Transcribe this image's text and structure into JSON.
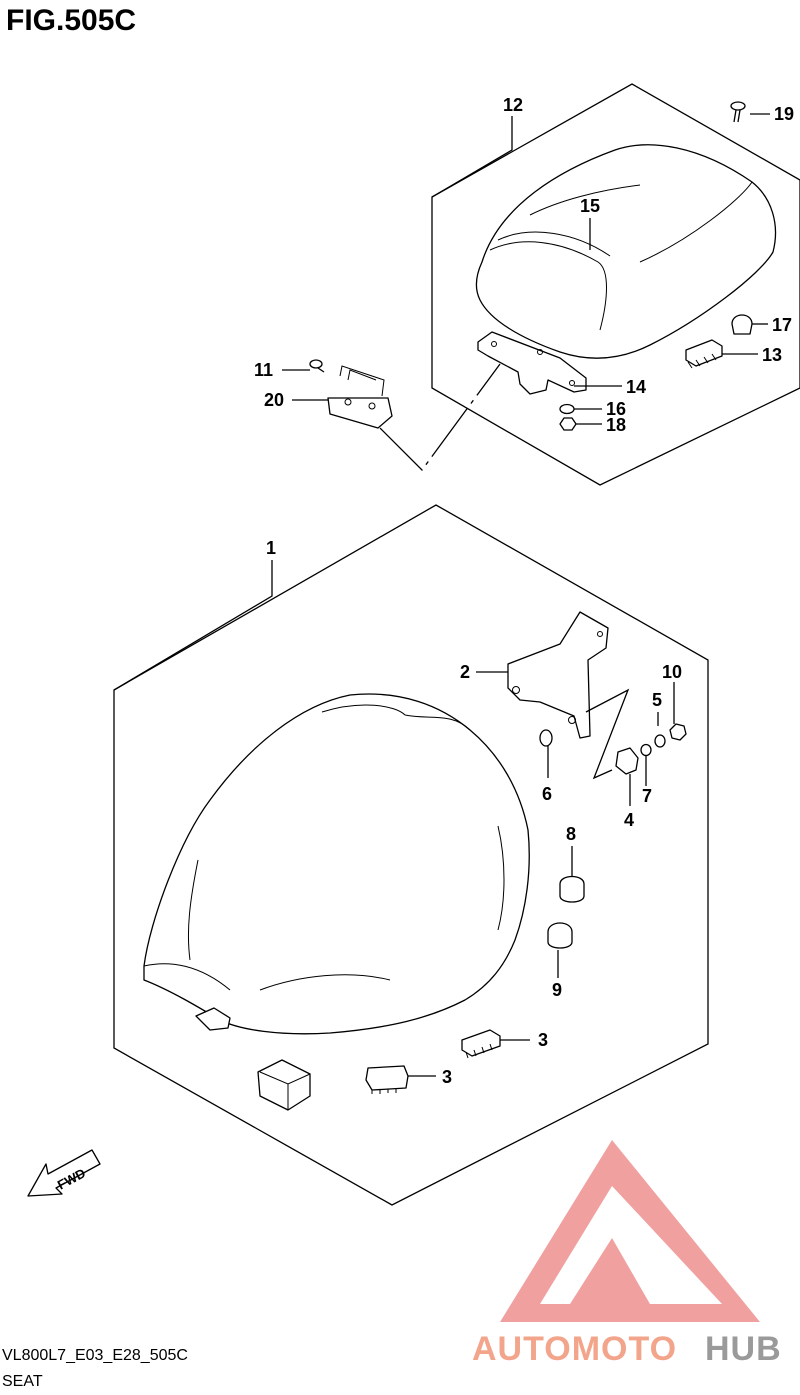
{
  "figure": {
    "title": "FIG.505C",
    "code": "VL800L7_E03_E28_505C",
    "caption": "SEAT"
  },
  "callouts": {
    "c1": "1",
    "c2": "2",
    "c3a": "3",
    "c3b": "3",
    "c4": "4",
    "c5": "5",
    "c6": "6",
    "c7": "7",
    "c8": "8",
    "c9": "9",
    "c10": "10",
    "c11": "11",
    "c12": "12",
    "c13": "13",
    "c14": "14",
    "c15": "15",
    "c16": "16",
    "c17": "17",
    "c18": "18",
    "c19": "19",
    "c20": "20"
  },
  "direction_arrow": {
    "label": "FWD"
  },
  "watermark": {
    "text_a": "AUTOMOTO",
    "text_b": "HUB",
    "color_a": "#f3a58c",
    "color_b": "#9a9a9a",
    "logo_color": "#ef8f8f"
  }
}
